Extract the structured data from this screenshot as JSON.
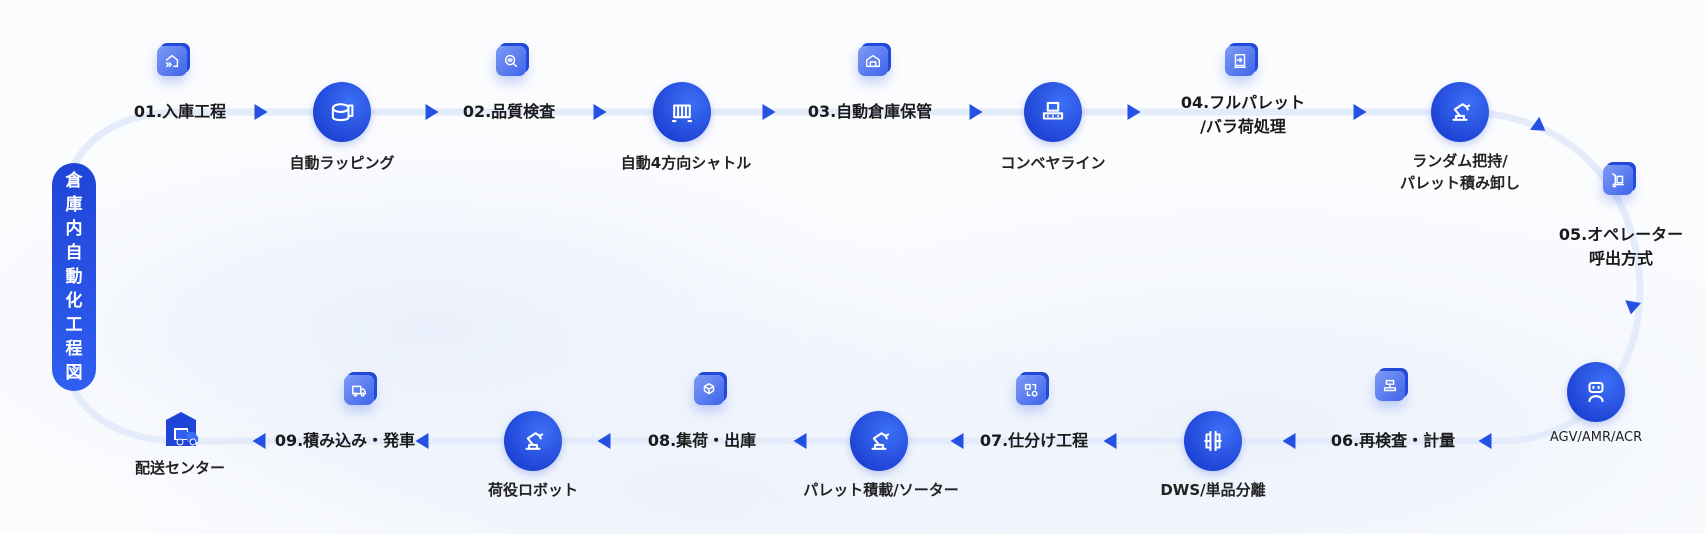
{
  "title_chars": [
    "倉",
    "庫",
    "内",
    "自",
    "動",
    "化",
    "工",
    "程",
    "図"
  ],
  "steps": {
    "s01": "01.入庫工程",
    "s02": "02.品質検査",
    "s03": "03.自動倉庫保管",
    "s04_line1": "04.フルパレット",
    "s04_line2": "/バラ荷処理",
    "s05_line1": "05.オペレーター",
    "s05_line2": "呼出方式",
    "s06": "06.再検査・計量",
    "s07": "07.仕分け工程",
    "s08": "08.集荷・出庫",
    "s09": "09.積み込み・発車"
  },
  "equipment": {
    "wrapping": "自動ラッピング",
    "shuttle": "自動4方向シャトル",
    "conveyor": "コンベヤライン",
    "random_line1": "ランダム把持/",
    "random_line2": "パレット積み卸し",
    "agv": "AGV/AMR/ACR",
    "dws": "DWS/単品分離",
    "palletizer": "パレット積載/ソーター",
    "robot": "荷役ロボット",
    "delivery": "配送センター"
  },
  "colors": {
    "accent": "#2450e4",
    "path": "#e6edfb"
  }
}
